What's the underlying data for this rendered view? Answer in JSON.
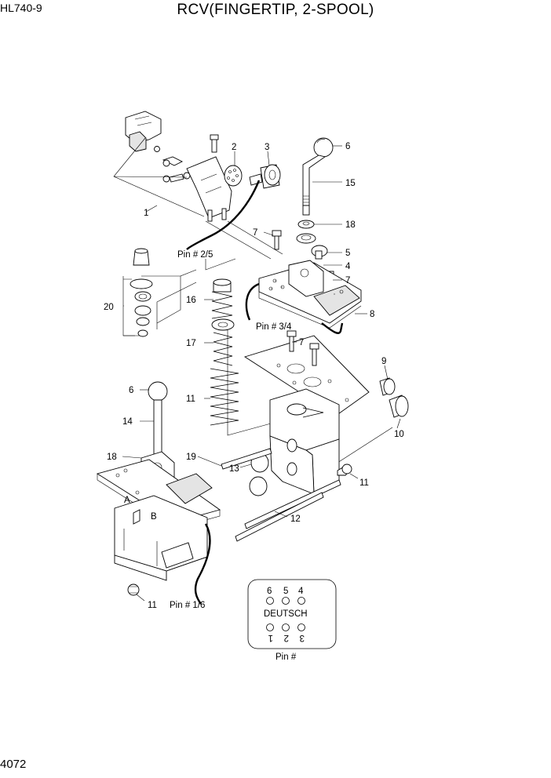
{
  "header": {
    "model": "HL740-9",
    "title": "RCV(FINGERTIP, 2-SPOOL)"
  },
  "page_number": "4072",
  "callouts": {
    "c1": "1",
    "c2": "2",
    "c3": "3",
    "c4": "4",
    "c5": "5",
    "c6a": "6",
    "c6b": "6",
    "c7a": "7",
    "c7b": "7",
    "c7c": "7",
    "c8": "8",
    "c9": "9",
    "c10": "10",
    "c11a": "11",
    "c11b": "11",
    "c11c": "11",
    "c12": "12",
    "c13": "13",
    "c14": "14",
    "c15": "15",
    "c16": "16",
    "c17": "17",
    "c18a": "18",
    "c18b": "18",
    "c19": "19",
    "c20": "20"
  },
  "pin_labels": {
    "pin25": "Pin # 2/5",
    "pin34": "Pin # 3/4",
    "pin16": "Pin # 1/6"
  },
  "block_marks": {
    "a": "A",
    "b": "B"
  },
  "connector": {
    "name": "DEUTSCH",
    "top_pins": [
      "6",
      "5",
      "4"
    ],
    "bottom_pins": [
      "1",
      "2",
      "3"
    ],
    "caption": "Pin #"
  }
}
